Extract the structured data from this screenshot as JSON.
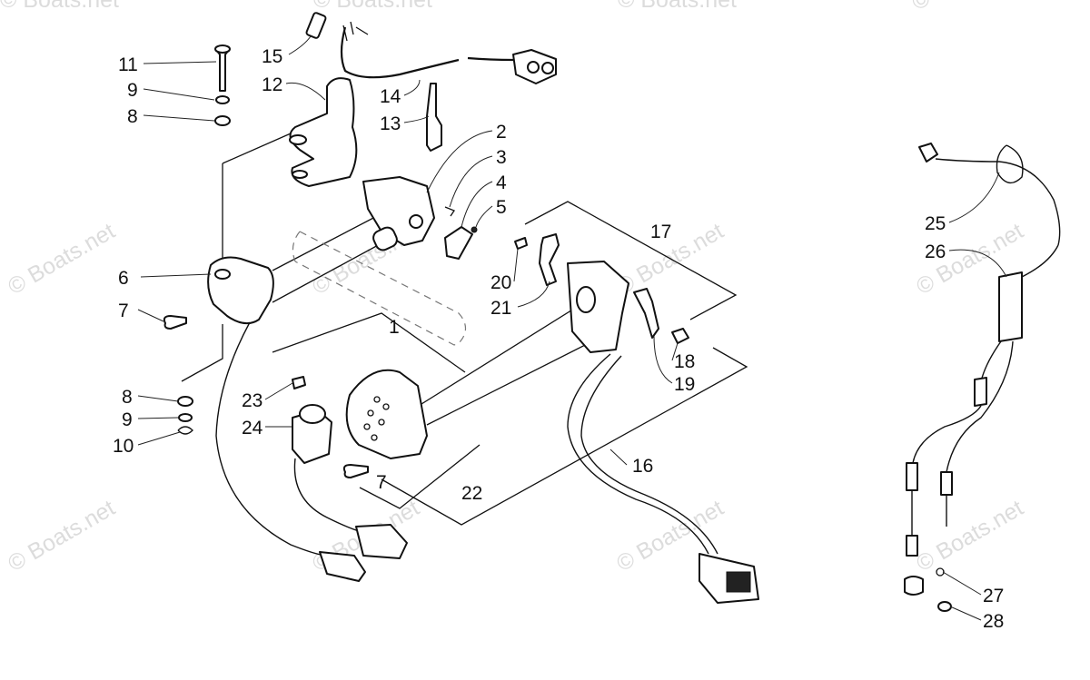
{
  "watermark": {
    "text": "© Boats.net",
    "corner_text": "© B"
  },
  "callouts": [
    {
      "id": "c1",
      "text": "1"
    },
    {
      "id": "c2",
      "text": "2"
    },
    {
      "id": "c3",
      "text": "3"
    },
    {
      "id": "c4",
      "text": "4"
    },
    {
      "id": "c5",
      "text": "5"
    },
    {
      "id": "c6",
      "text": "6"
    },
    {
      "id": "c7a",
      "text": "7"
    },
    {
      "id": "c7b",
      "text": "7"
    },
    {
      "id": "c8a",
      "text": "8"
    },
    {
      "id": "c8b",
      "text": "8"
    },
    {
      "id": "c9a",
      "text": "9"
    },
    {
      "id": "c9b",
      "text": "9"
    },
    {
      "id": "c10",
      "text": "10"
    },
    {
      "id": "c11",
      "text": "11"
    },
    {
      "id": "c12",
      "text": "12"
    },
    {
      "id": "c13",
      "text": "13"
    },
    {
      "id": "c14",
      "text": "14"
    },
    {
      "id": "c15",
      "text": "15"
    },
    {
      "id": "c16",
      "text": "16"
    },
    {
      "id": "c17",
      "text": "17"
    },
    {
      "id": "c18",
      "text": "18"
    },
    {
      "id": "c19",
      "text": "19"
    },
    {
      "id": "c20",
      "text": "20"
    },
    {
      "id": "c21",
      "text": "21"
    },
    {
      "id": "c22",
      "text": "22"
    },
    {
      "id": "c23",
      "text": "23"
    },
    {
      "id": "c24",
      "text": "24"
    },
    {
      "id": "c25",
      "text": "25"
    },
    {
      "id": "c26",
      "text": "26"
    },
    {
      "id": "c27",
      "text": "27"
    },
    {
      "id": "c28",
      "text": "28"
    }
  ]
}
